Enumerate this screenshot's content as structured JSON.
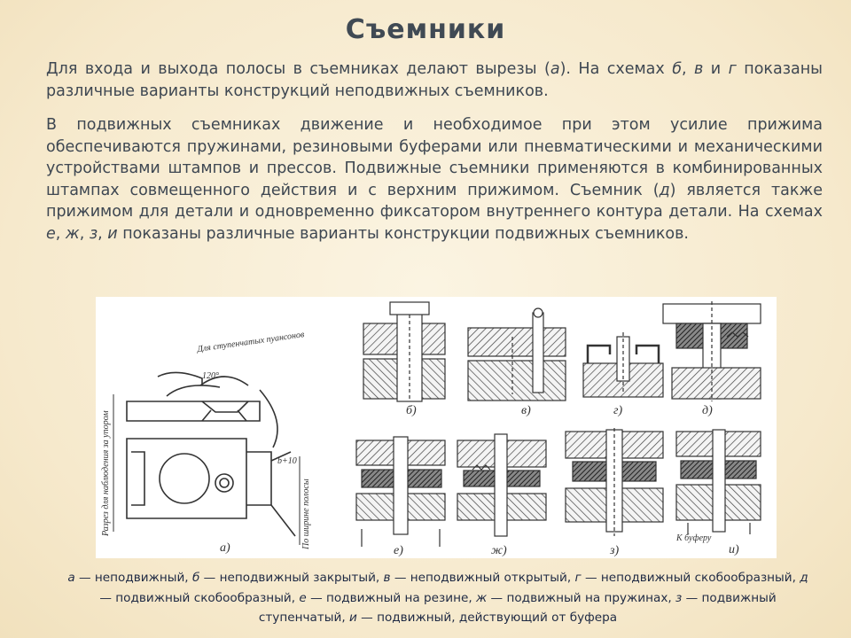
{
  "slide": {
    "title": "Съемники",
    "para1": {
      "t1": "Для входа и выхода полосы в съемниках делают вырезы (",
      "i1": "а",
      "t2": "). На схемах ",
      "i2": "б",
      "t3": ", ",
      "i3": "в",
      "t4": " и ",
      "i4": "г",
      "t5": " показаны различные варианты конструкций неподвижных съемников."
    },
    "para2": {
      "t1": "В подвижных съемниках движение и необходимое при этом усилие прижима обеспечиваются пружинами, резиновыми буферами или пневматическими и механическими устройствами штампов и прессов. Подвижные съемники применяются в комбинированных штампах совмещенного действия и с верхним прижимом. Съемник (",
      "i1": "д",
      "t2": ") является также прижимом для детали и одновременно фиксатором внутреннего контура детали. На схемах ",
      "i2": "е",
      "t3": ", ",
      "i3": "ж",
      "t4": ", ",
      "i4": "з",
      "t5": ", ",
      "i5": "и",
      "t6": " показаны различные варианты конструкции подвижных съемников."
    },
    "figure": {
      "labels": [
        "а)",
        "б)",
        "в)",
        "г)",
        "д)",
        "е)",
        "ж)",
        "з)",
        "и)"
      ],
      "annotations": {
        "chamfer": "Для ступенчатых пуансонов",
        "angle": "120°",
        "gap": "b+10",
        "observe": "Разрез для наблюдения за упором",
        "strip": "По ширине полосы",
        "buffer": "К буферу"
      }
    },
    "caption": {
      "a_key": "а",
      "a_text": " — неподвижный, ",
      "b_key": "б",
      "b_text": " — неподвижный закрытый, ",
      "v_key": "в",
      "v_text": " — неподвижный открытый, ",
      "g_key": "г",
      "g_text": " — неподвижный скобообразный, ",
      "d_key": "д",
      "d_text": " — подвижный скобообразный, ",
      "e_key": "е",
      "e_text": " — подвижный на резине, ",
      "zh_key": "ж",
      "zh_text": " — подвижный на пружинах, ",
      "z_key": "з",
      "z_text": " — подвижный ступенчатый, ",
      "i_key": "и",
      "i_text": " — подвижный, действующий от буфера"
    }
  }
}
